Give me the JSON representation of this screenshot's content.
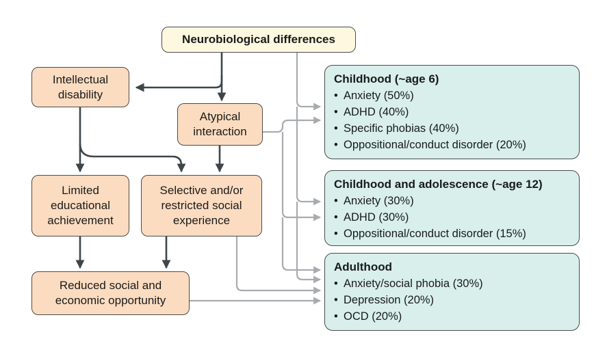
{
  "top": {
    "label": "Neurobiological differences"
  },
  "left_boxes": {
    "intellectual_disability": {
      "line1": "Intellectual",
      "line2": "disability"
    },
    "atypical_interaction": {
      "line1": "Atypical",
      "line2": "interaction"
    },
    "limited_educational": {
      "line1": "Limited",
      "line2": "educational",
      "line3": "achievement"
    },
    "selective_social": {
      "line1": "Selective and/or",
      "line2": "restricted social",
      "line3": "experience"
    },
    "reduced_opportunity": {
      "line1": "Reduced social and",
      "line2": "economic opportunity"
    }
  },
  "outcomes": {
    "childhood": {
      "title": "Childhood (~age 6)",
      "items": [
        "Anxiety (50%)",
        "ADHD (40%)",
        "Specific phobias (40%)",
        "Oppositional/conduct disorder (20%)"
      ]
    },
    "adolescence": {
      "title": "Childhood and adolescence (~age 12)",
      "items": [
        "Anxiety (30%)",
        "ADHD (30%)",
        "Oppositional/conduct disorder (15%)"
      ]
    },
    "adulthood": {
      "title": "Adulthood",
      "items": [
        "Anxiety/social phobia (30%)",
        "Depression (20%)",
        "OCD (20%)"
      ]
    }
  },
  "colors": {
    "top_fill": "#fdf8df",
    "cause_fill": "#fbdcc0",
    "outcome_fill": "#d8efeb",
    "dark_arrow": "#3d4548",
    "grey_arrow": "#a8acaf"
  }
}
